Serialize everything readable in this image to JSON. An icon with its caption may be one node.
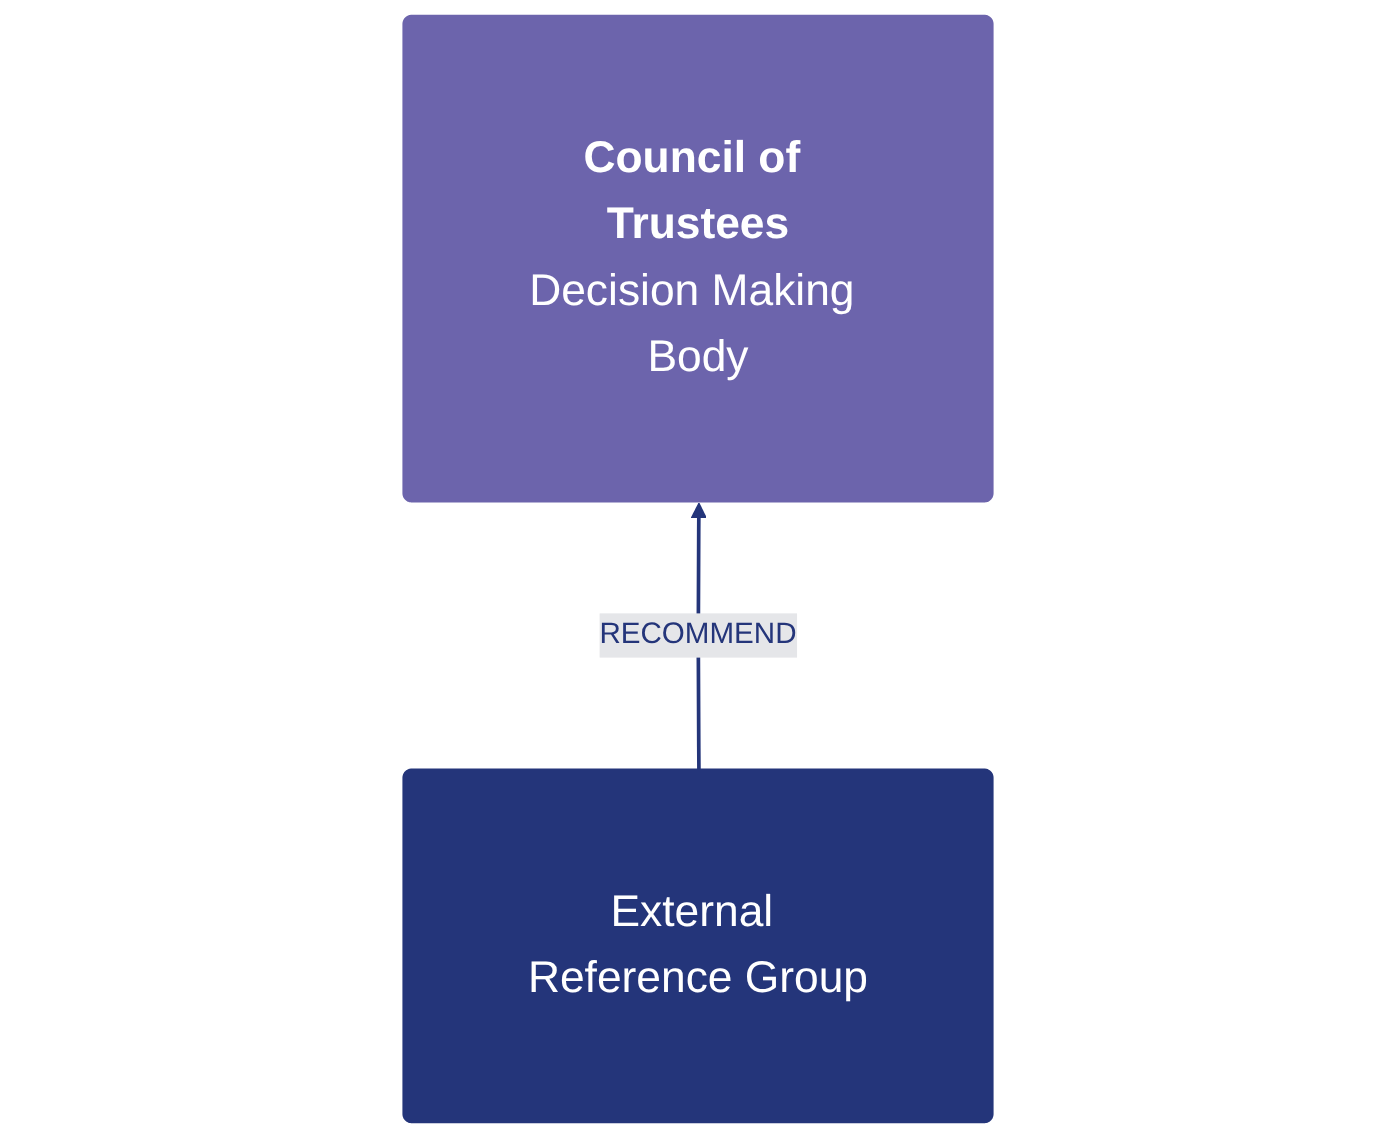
{
  "diagram": {
    "nodes": [
      {
        "text": [
          "Council of Trustees",
          "Decision Making Body"
        ]
      },
      {
        "text": [
          "External Reference Group"
        ]
      }
    ],
    "edges": [
      {
        "from": 1,
        "to": 0,
        "arrow": "to",
        "label": "RECOMMEND"
      }
    ]
  }
}
